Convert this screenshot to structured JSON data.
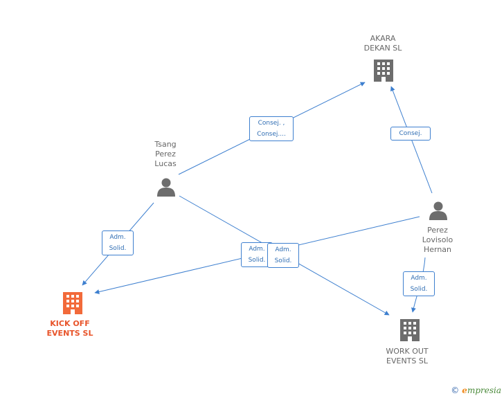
{
  "nodes": {
    "akara": {
      "name": "AKARA\nDEKAN SL",
      "kind": "company",
      "color": "#6d6d6d"
    },
    "tsang": {
      "name": "Tsang\nPerez\nLucas",
      "kind": "person",
      "color": "#6d6d6d"
    },
    "perez": {
      "name": "Perez\nLovisolo\nHernan",
      "kind": "person",
      "color": "#6d6d6d"
    },
    "kickoff": {
      "name": "KICK OFF\nEVENTS SL",
      "kind": "company",
      "color": "#f26a3a",
      "highlight": true
    },
    "workout": {
      "name": "WORK OUT\nEVENTS SL",
      "kind": "company",
      "color": "#6d6d6d"
    }
  },
  "edges": {
    "tsang_akara": "Consej. ,\nConsej....",
    "perez_akara": "Consej.",
    "tsang_kickoff": "Adm.\nSolid.",
    "perez_kickoff": "Adm.\nSolid.",
    "tsang_workout": "Adm.\nSolid.",
    "perez_workout": "Adm.\nSolid."
  },
  "colors": {
    "edge": "#3d7fcf"
  },
  "footer": {
    "copyright": "©",
    "brand_e": "e",
    "brand_rest": "mpresia"
  },
  "icons": {
    "person": "person-icon",
    "company": "building-icon"
  }
}
